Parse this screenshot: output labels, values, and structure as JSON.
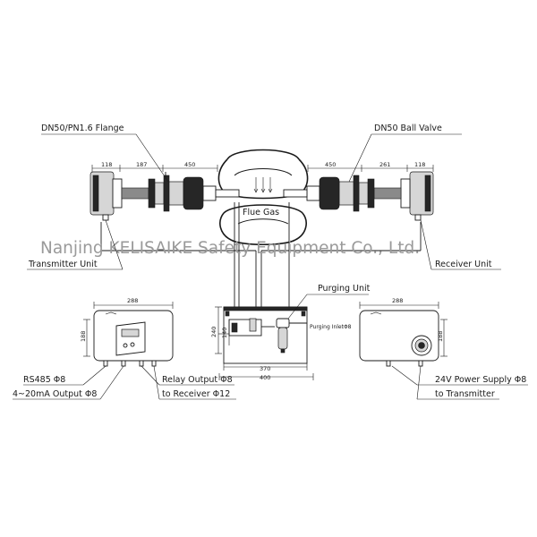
{
  "labels": {
    "flange": "DN50/PN1.6 Flange",
    "ball_valve": "DN50 Ball Valve",
    "flue_gas": "Flue Gas",
    "transmitter_unit": "Transmitter Unit",
    "receiver_unit": "Receiver Unit",
    "purging_unit": "Purging Unit",
    "purging_inlet": "Purging InletΦ8",
    "rs485": "RS485  Φ8",
    "output_4_20": "4~20mA Output Φ8",
    "relay_output": "Relay Output Φ8",
    "to_receiver": "to Receiver Φ12",
    "power_supply": "24V Power Supply Φ8",
    "to_transmitter": "to Transmitter"
  },
  "watermark": "Nanjing KELISAIKE Safety Equipment Co., Ltd.",
  "dimensions": {
    "left_118": "118",
    "left_187": "187",
    "left_450": "450",
    "right_450": "450",
    "right_261": "261",
    "right_118": "118",
    "tx_width": "288",
    "tx_height": "188",
    "rx_width": "288",
    "rx_height": "188",
    "pu_width_370": "370",
    "pu_width_400": "400",
    "pu_height_240": "240",
    "pu_height_140": "140"
  },
  "colors": {
    "line": "#1a1a1a",
    "watermark": "#9a9a9a",
    "background": "#ffffff"
  }
}
